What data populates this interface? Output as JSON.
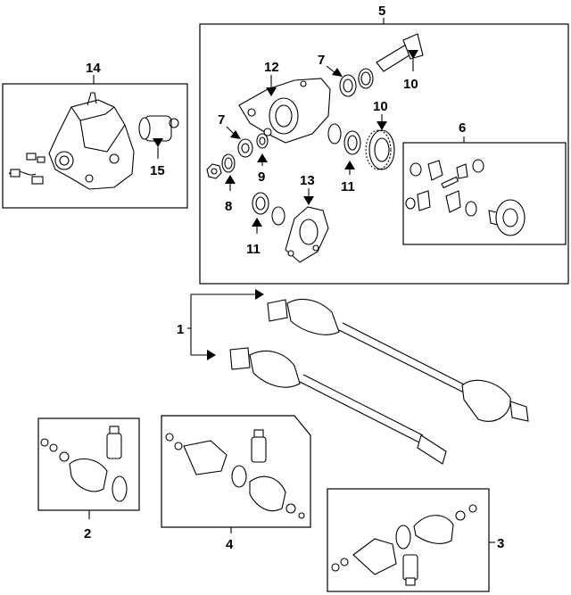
{
  "callouts": {
    "c1": "1",
    "c2": "2",
    "c3": "3",
    "c4": "4",
    "c5": "5",
    "c6": "6",
    "c7a": "7",
    "c7b": "7",
    "c8": "8",
    "c9": "9",
    "c10a": "10",
    "c10b": "10",
    "c11a": "11",
    "c11b": "11",
    "c12": "12",
    "c13": "13",
    "c14": "14",
    "c15": "15"
  }
}
